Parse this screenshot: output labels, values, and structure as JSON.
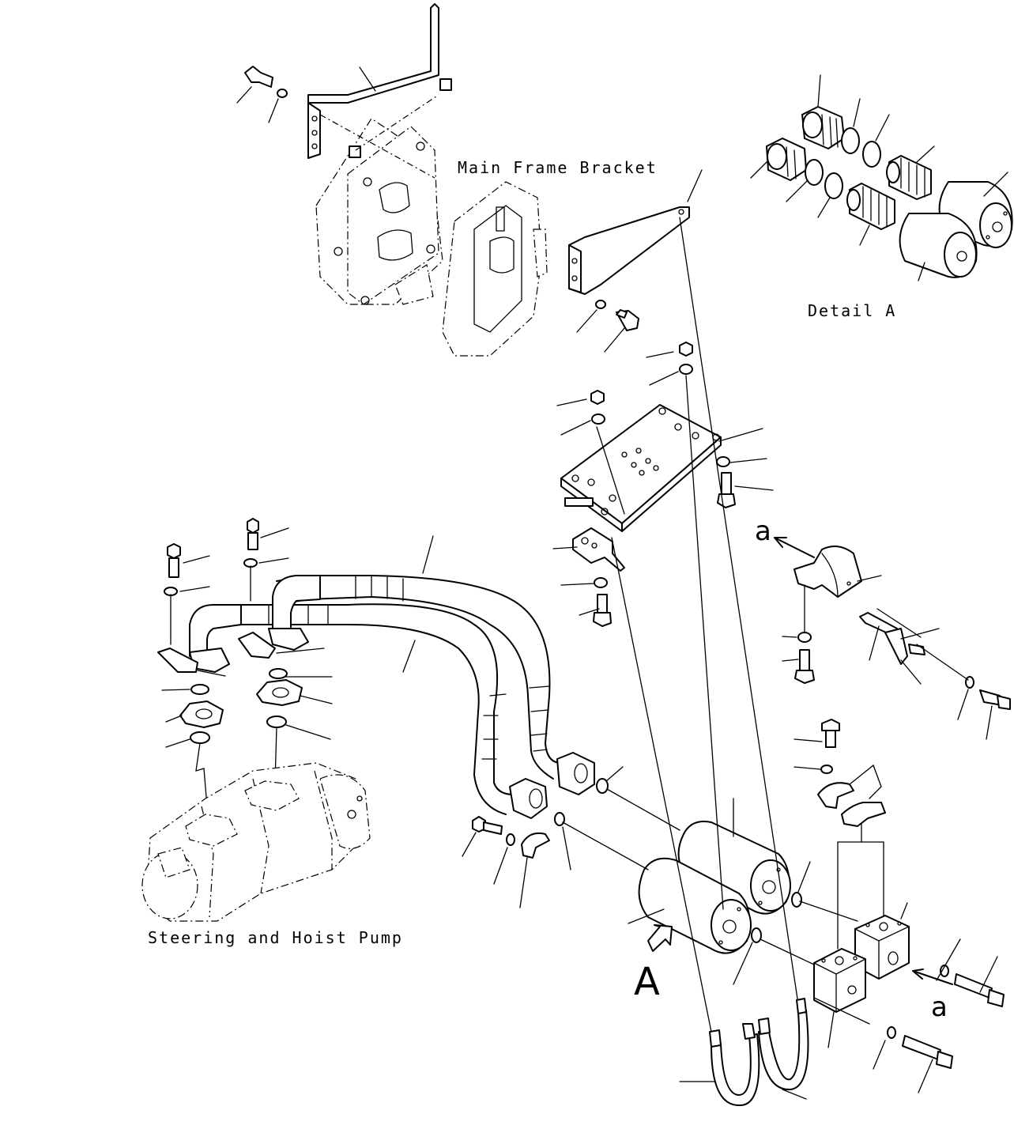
{
  "labels": {
    "main_frame_bracket": "Main Frame Bracket",
    "detail_a": "Detail A",
    "steering_hoist_pump": "Steering and Hoist Pump",
    "view_a": "A",
    "arrow_a_upper": "a",
    "arrow_a_lower": "a"
  }
}
